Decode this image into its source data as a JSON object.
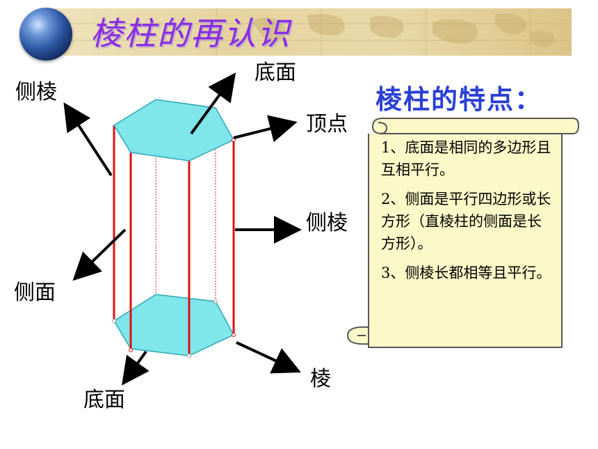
{
  "title": "棱柱的再认识",
  "labels": {
    "lateral_edge_left": "侧棱",
    "base_top": "底面",
    "vertex": "顶点",
    "lateral_edge_right": "侧棱",
    "lateral_face": "侧面",
    "base_bottom": "底面",
    "edge": "棱"
  },
  "features": {
    "heading": "棱柱的特点：",
    "items": [
      "1、底面是相同的多边形且互相平行。",
      "2、侧面是平行四边形或长方形（直棱柱的侧面是长方形）。",
      "3、侧棱长都相等且平行。"
    ]
  },
  "colors": {
    "title": "#8a2be2",
    "heading": "#2a3fd6",
    "prism_face": "#7fe6ea",
    "lateral_edge": "#e01010",
    "panel": "#fcf9c8"
  }
}
